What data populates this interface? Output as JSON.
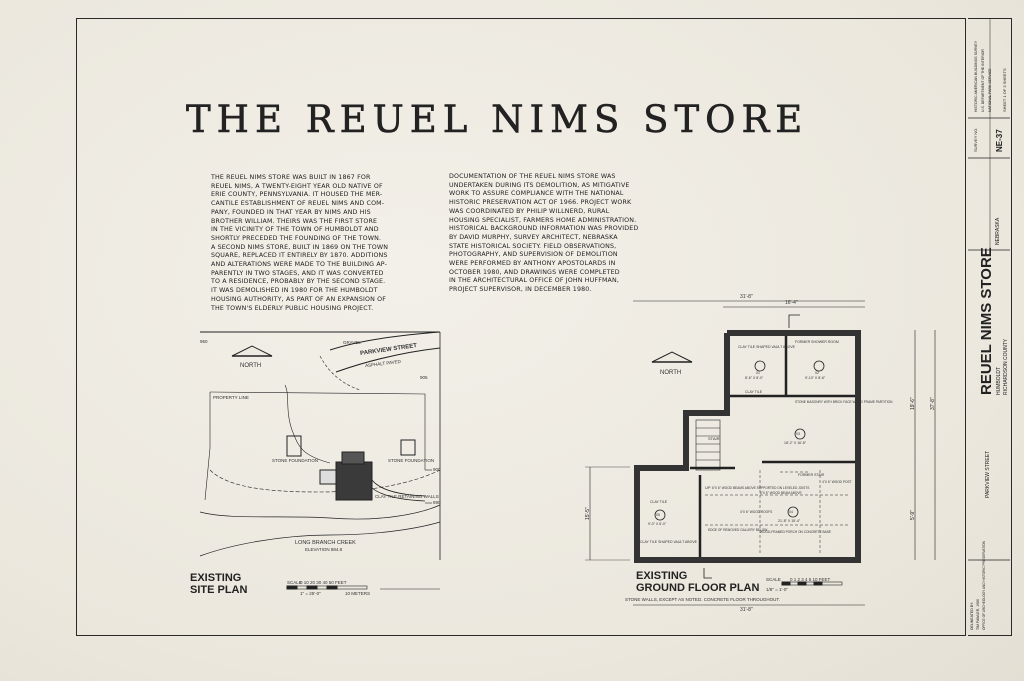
{
  "title": "THE REUEL NIMS STORE",
  "history_text": "THE REUEL NIMS STORE WAS BUILT IN 1867 FOR\nREUEL NIMS, A TWENTY-EIGHT YEAR OLD NATIVE OF\nERIE COUNTY, PENNSYLVANIA. IT HOUSED THE MER-\nCANTILE ESTABLISHMENT OF REUEL NIMS AND COM-\nPANY, FOUNDED IN THAT YEAR BY NIMS AND HIS\nBROTHER WILLIAM. THEIRS WAS THE FIRST STORE\nIN THE VICINITY OF THE TOWN OF HUMBOLDT AND\nSHORTLY PRECEDED THE FOUNDING OF THE TOWN.\nA SECOND NIMS STORE, BUILT IN 1869 ON THE TOWN\nSQUARE, REPLACED IT ENTIRELY BY 1870. ADDITIONS\nAND ALTERATIONS WERE MADE TO THE BUILDING AP-\nPARENTLY IN TWO STAGES, AND IT WAS CONVERTED\nTO A RESIDENCE, PROBABLY BY THE SECOND STAGE.\nIT WAS DEMOLISHED IN 1980 FOR THE HUMBOLDT\nHOUSING AUTHORITY, AS PART OF AN EXPANSION OF\nTHE TOWN'S ELDERLY PUBLIC HOUSING PROJECT.",
  "documentation_text": "DOCUMENTATION OF THE REUEL NIMS STORE WAS\nUNDERTAKEN DURING ITS DEMOLITION, AS MITIGATIVE\nWORK TO ASSURE COMPLIANCE WITH THE NATIONAL\nHISTORIC PRESERVATION ACT OF 1966. PROJECT WORK\nWAS COORDINATED BY PHILIP WILLNERD, RURAL\nHOUSING SPECIALIST, FARMERS HOME ADMINISTRATION.\nHISTORICAL BACKGROUND INFORMATION WAS PROVIDED\nBY DAVID MURPHY, SURVEY ARCHITECT, NEBRASKA\nSTATE HISTORICAL SOCIETY. FIELD OBSERVATIONS,\nPHOTOGRAPHY, AND SUPERVISION OF DEMOLITION\nWERE PERFORMED BY ANTHONY APOSTOLARDS IN\nOCTOBER 1980, AND DRAWINGS WERE COMPLETED\nIN THE ARCHITECTURAL OFFICE OF JOHN HUFFMAN,\nPROJECT SUPERVISOR, IN DECEMBER 1980.",
  "site_plan": {
    "label": "EXISTING\nSITE PLAN",
    "north": "NORTH",
    "street": "PARKVIEW STREET",
    "street_note": "ASPHALT PAVED",
    "gravel": "GRAVEL",
    "property_line": "PROPERTY LINE",
    "stone_foundation_1": "STONE FOUNDATION",
    "stone_foundation_2": "STONE FOUNDATION",
    "retaining_wall": "CLAY TILE RETAINING WALLS",
    "creek": "LONG BRANCH CREEK",
    "elevation": "ELEVATION 884.8",
    "contour_950": "950",
    "contour_900": "900",
    "contour_905": "905",
    "contour_890": "890",
    "scale_label": "SCALE",
    "scale_numbers": "0  10  20  30  40  50 FEET",
    "scale_meters": "10 METERS",
    "scale_ratio": "1\" = 25'-0\""
  },
  "floor_plan": {
    "label": "EXISTING\nGROUND FLOOR PLAN",
    "north": "NORTH",
    "notes": "STONE WALLS, EXCEPT AS NOTED. CONCRETE FLOOR THROUGHOUT.",
    "dim_top_overall": "31'-8\"",
    "dim_top_inner": "16'-4\"",
    "dim_bottom": "31'-8\"",
    "dim_right_upper": "19'-6\"",
    "dim_right_lower": "5'-9\"",
    "dim_right_total": "37'-8\"",
    "dim_left": "15'-5\"",
    "room_01": "01",
    "room_01_size": "8'-6\" x 8'-0\"",
    "room_01_name": "CLAY TILE SHAPED VAULT ABOVE",
    "room_02": "02",
    "room_02_size": "9'-10\" x 8'-6\"",
    "room_02_name": "FORMER SHOWER ROOM",
    "room_03": "03",
    "room_03_size": "18'-2\" x 16'-8\"",
    "room_04": "04",
    "room_04_size": "21'-8\" x 15'-4\"",
    "room_05": "05",
    "room_05_size": "9'-0\" x 6'-0\"",
    "stair": "STAIR",
    "up": "UP",
    "clay_tile": "CLAY TILE",
    "clay_tile_2": "CLAY TILE",
    "vault_note": "CLAY TILE SHAPED VAULT ABOVE",
    "former_stair": "FORMER STAIR",
    "wood_beam_1": "6\"x 6\" WOOD BEAMS ABOVE SUPPORTED ON LEVELED JOISTS",
    "wood_beam_2": "6\"x 6\" WOOD BEAM ABOVE",
    "wood_post": "4\"x 6\" WOOD POST",
    "wood_roofs": "4\"x 6\" WOOD ROOFS",
    "partition": "STONE MASONRY WITH BRICK FACE WOOD FRAME PARTITION",
    "gallery": "EDGE OF REMOVED GALLERY BELOW",
    "stone_wall": "STONE WALL BELOW",
    "concrete": "WOOD-FRAMED PORCH ON CONCRETE BASE",
    "wood_frame": "INFILL OF 6\" WOOD FRAME",
    "scale_label": "SCALE",
    "scale_numbers": "0  1  2  3  4  5  10 FEET",
    "scale_ratio": "1/8\" = 1'-0\""
  },
  "title_block": {
    "project": "REUEL NIMS STORE",
    "street": "PARKVIEW STREET",
    "city": "HUMBOLDT",
    "county": "RICHARDSON COUNTY",
    "state": "NEBRASKA",
    "survey_number": "NE-37",
    "survey_label": "SURVEY NO.",
    "sheet": "SHEET 1 OF 3 SHEETS",
    "delineator": "DELINEATED BY:",
    "delineator_name": "TIM FAWLER, 1980",
    "program": "HISTORIC AMERICAN BUILDINGS SURVEY",
    "office": "OFFICE OF ARCHEOLOGY AND HISTORIC PRESERVATION",
    "agency": "NATIONAL PARK SERVICE",
    "dept": "U.S. DEPARTMENT OF THE INTERIOR"
  }
}
